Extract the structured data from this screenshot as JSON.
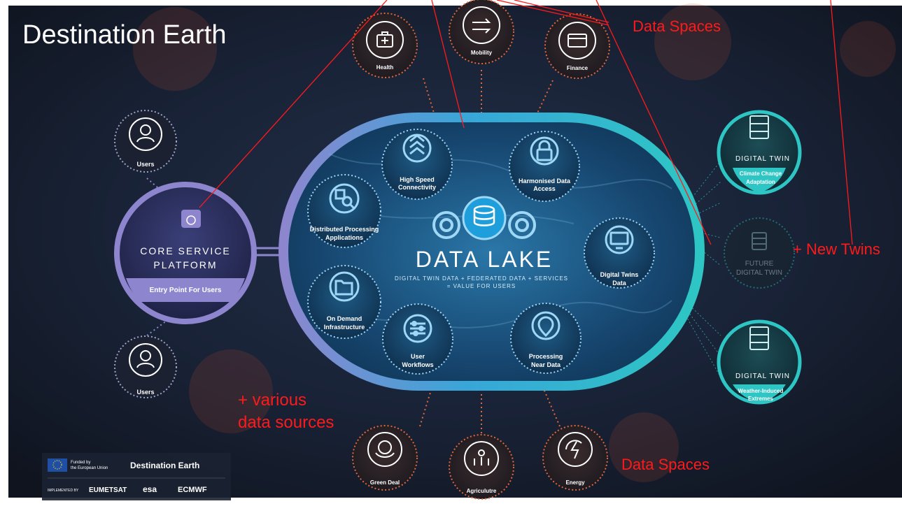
{
  "title": "Destination Earth",
  "annotations": {
    "data_spaces_top": "Data Spaces",
    "data_spaces_bottom": "Data Spaces",
    "new_twins": "+ New Twins",
    "various_line1": "+ various",
    "various_line2": "data sources"
  },
  "lake": {
    "title": "DATA LAKE",
    "subtitle_line1": "DIGITAL TWIN DATA + FEDERATED DATA + SERVICES",
    "subtitle_line2": "= VALUE FOR USERS"
  },
  "lake_nodes": [
    {
      "line1": "High Speed",
      "line2": "Connectivity",
      "icon": "chevrons-up-icon"
    },
    {
      "line1": "Harmonised Data",
      "line2": "Access",
      "icon": "lock-gear-icon"
    },
    {
      "line1": "Distributed Processing",
      "line2": "Applications",
      "icon": "search-squares-icon"
    },
    {
      "line1": "Digital Twins",
      "line2": "Data",
      "icon": "monitor-icon"
    },
    {
      "line1": "On Demand",
      "line2": "Infrastructure",
      "icon": "folders-icon"
    },
    {
      "line1": "User",
      "line2": "Workflows",
      "icon": "sliders-icon"
    },
    {
      "line1": "Processing",
      "line2": "Near Data",
      "icon": "location-pin-icon"
    }
  ],
  "data_spaces_top": [
    {
      "label": "Health",
      "icon": "medkit-icon"
    },
    {
      "label": "Mobility",
      "icon": "arrows-icon"
    },
    {
      "label": "Finance",
      "icon": "credit-card-icon"
    }
  ],
  "data_spaces_bottom": [
    {
      "label": "Green Deal",
      "icon": "globe-hands-icon"
    },
    {
      "label": "Agriculutre",
      "icon": "plants-icon"
    },
    {
      "label": "Energy",
      "icon": "energy-cycle-icon"
    }
  ],
  "users_top": "Users",
  "users_bottom": "Users",
  "core": {
    "line1": "CORE SERVICE",
    "line2": "PLATFORM",
    "entry": "Entry Point For Users"
  },
  "twins": [
    {
      "tag": "DIGITAL TWIN",
      "line1": "Climate Change",
      "line2": "Adaptation"
    },
    {
      "tag": "DIGITAL TWIN",
      "line1": "Weather-Induced",
      "line2": "Extremes"
    }
  ],
  "future_twin": {
    "line1": "FUTURE",
    "line2": "DIGITAL TWIN"
  },
  "footer": {
    "funded_line1": "Funded by",
    "funded_line2": "the European Union",
    "brand": "Destination Earth",
    "implemented": "IMPLEMENTED BY",
    "eumetsat": "EUMETSAT",
    "esa": "esa",
    "ecmwf": "ECMWF"
  },
  "colors": {
    "background": "#161d2a",
    "orange": "#e0683a",
    "teal": "#2ec6c4",
    "lake_blue": "#1e5e8e",
    "core_purple": "#8d86cf",
    "annotation_red": "#ff1a1a"
  }
}
